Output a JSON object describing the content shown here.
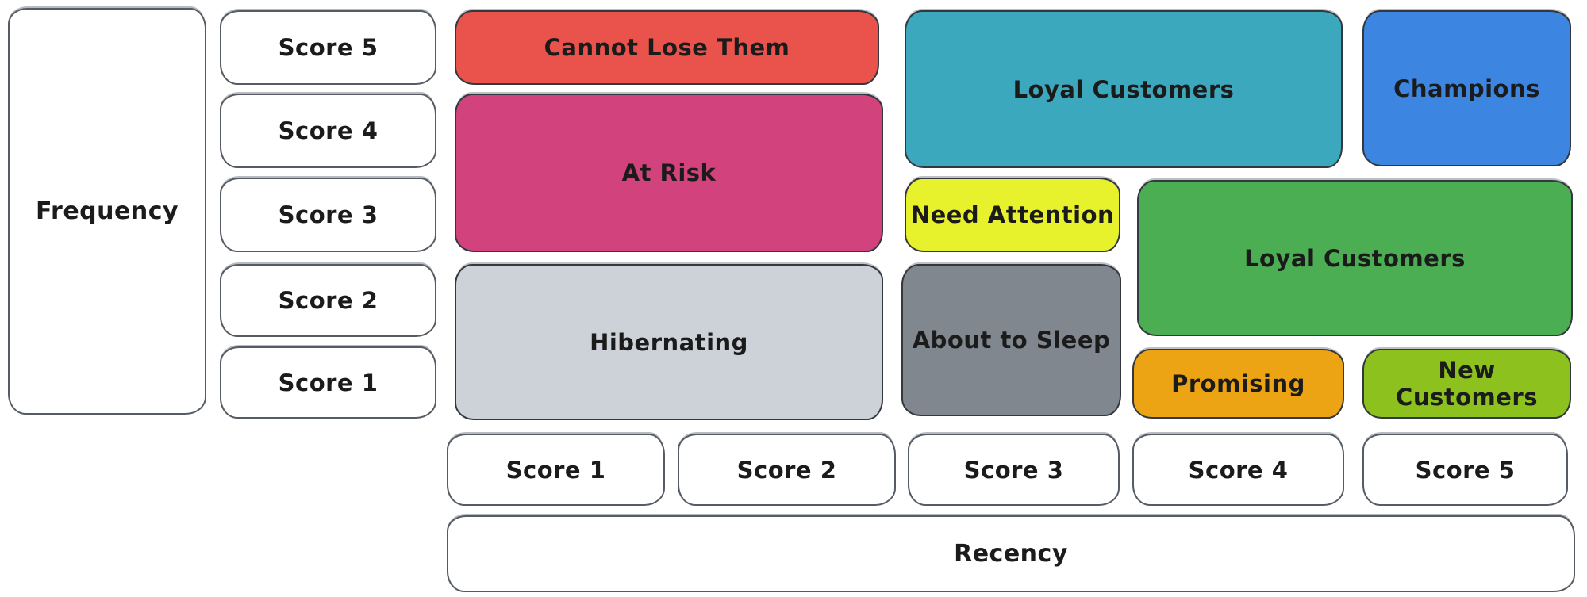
{
  "diagram": {
    "type": "rfm-customer-segmentation-matrix",
    "axes": {
      "frequency": {
        "label": "Frequency",
        "scores": [
          "Score 5",
          "Score 4",
          "Score 3",
          "Score 2",
          "Score 1"
        ]
      },
      "recency": {
        "label": "Recency",
        "scores": [
          "Score 1",
          "Score 2",
          "Score 3",
          "Score 4",
          "Score 5"
        ]
      }
    },
    "colors": {
      "stroke": "#33383e",
      "white_box_stroke": "#565c64",
      "background": "#ffffff",
      "text": "#1b1b1b"
    },
    "segments": [
      {
        "label": "Cannot Lose Them",
        "color": "#ea534b",
        "recency_scores": "1-2",
        "frequency_scores": "5"
      },
      {
        "label": "At Risk",
        "color": "#d2437d",
        "recency_scores": "1-2",
        "frequency_scores": "3-4"
      },
      {
        "label": "Hibernating",
        "color": "#cdd2d9",
        "recency_scores": "1-2",
        "frequency_scores": "1-2"
      },
      {
        "label": "Loyal Customers",
        "color": "#3ba8bd",
        "recency_scores": "3-4",
        "frequency_scores": "4-5"
      },
      {
        "label": "Champions",
        "color": "#3c85e0",
        "recency_scores": "5",
        "frequency_scores": "4-5"
      },
      {
        "label": "Need Attention",
        "color": "#e7f22c",
        "recency_scores": "3",
        "frequency_scores": "3"
      },
      {
        "label": "About to Sleep",
        "color": "#80878f",
        "recency_scores": "3",
        "frequency_scores": "1-2"
      },
      {
        "label": "Loyal Customers",
        "color": "#4cae52",
        "recency_scores": "4-5",
        "frequency_scores": "2-3"
      },
      {
        "label": "Promising",
        "color": "#eca414",
        "recency_scores": "4",
        "frequency_scores": "1"
      },
      {
        "label": "New Customers",
        "color": "#8dc21e",
        "recency_scores": "5",
        "frequency_scores": "1"
      }
    ]
  }
}
